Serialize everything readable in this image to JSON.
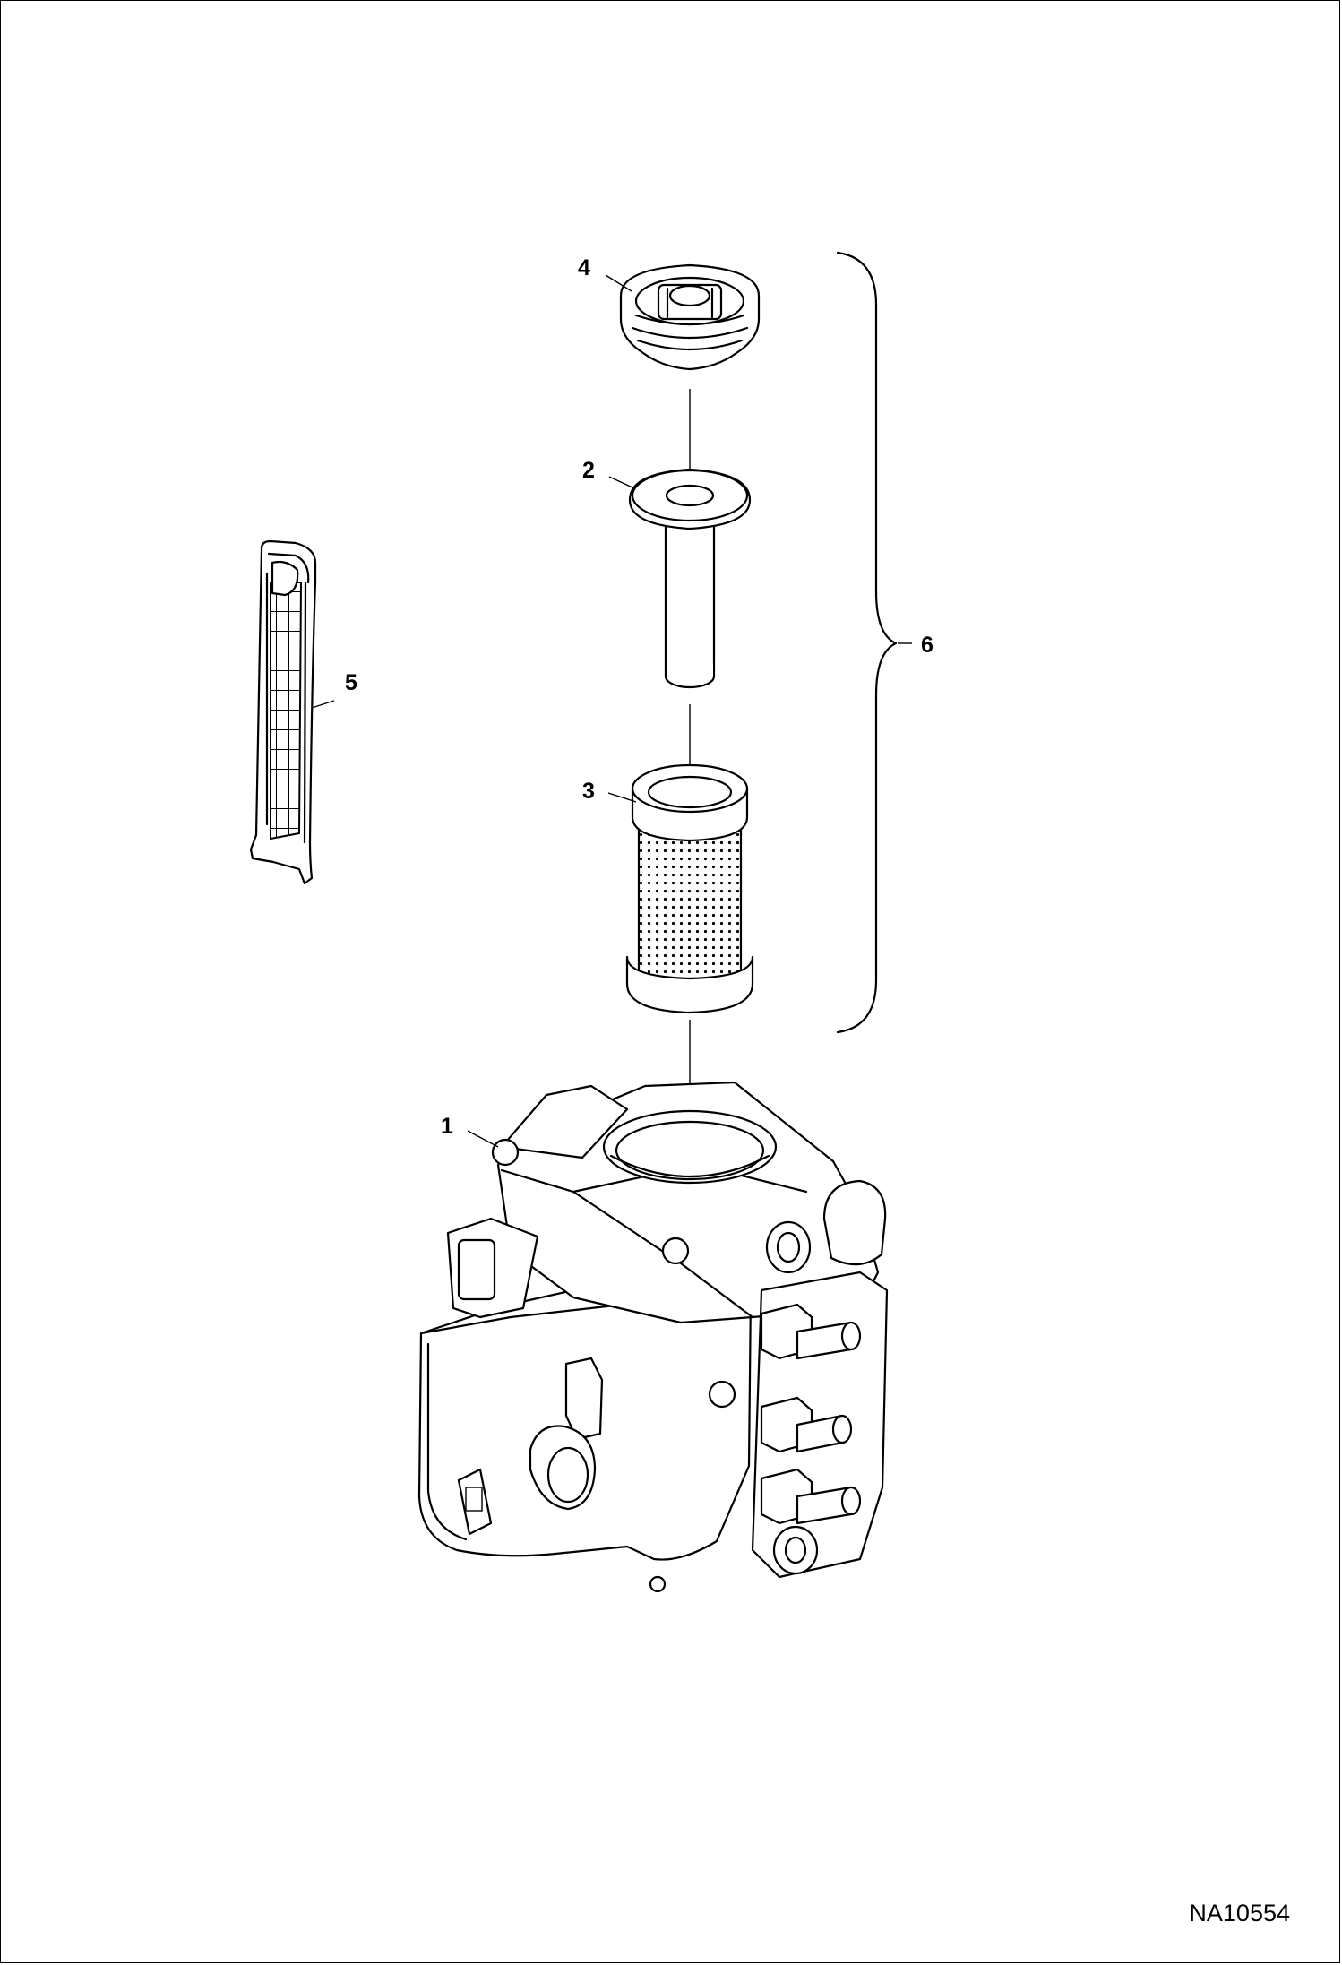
{
  "figure_code": "NA10554",
  "callouts": {
    "c1": "1",
    "c2": "2",
    "c3": "3",
    "c4": "4",
    "c5": "5",
    "c6": "6"
  },
  "colors": {
    "line": "#000000",
    "background": "#ffffff"
  }
}
